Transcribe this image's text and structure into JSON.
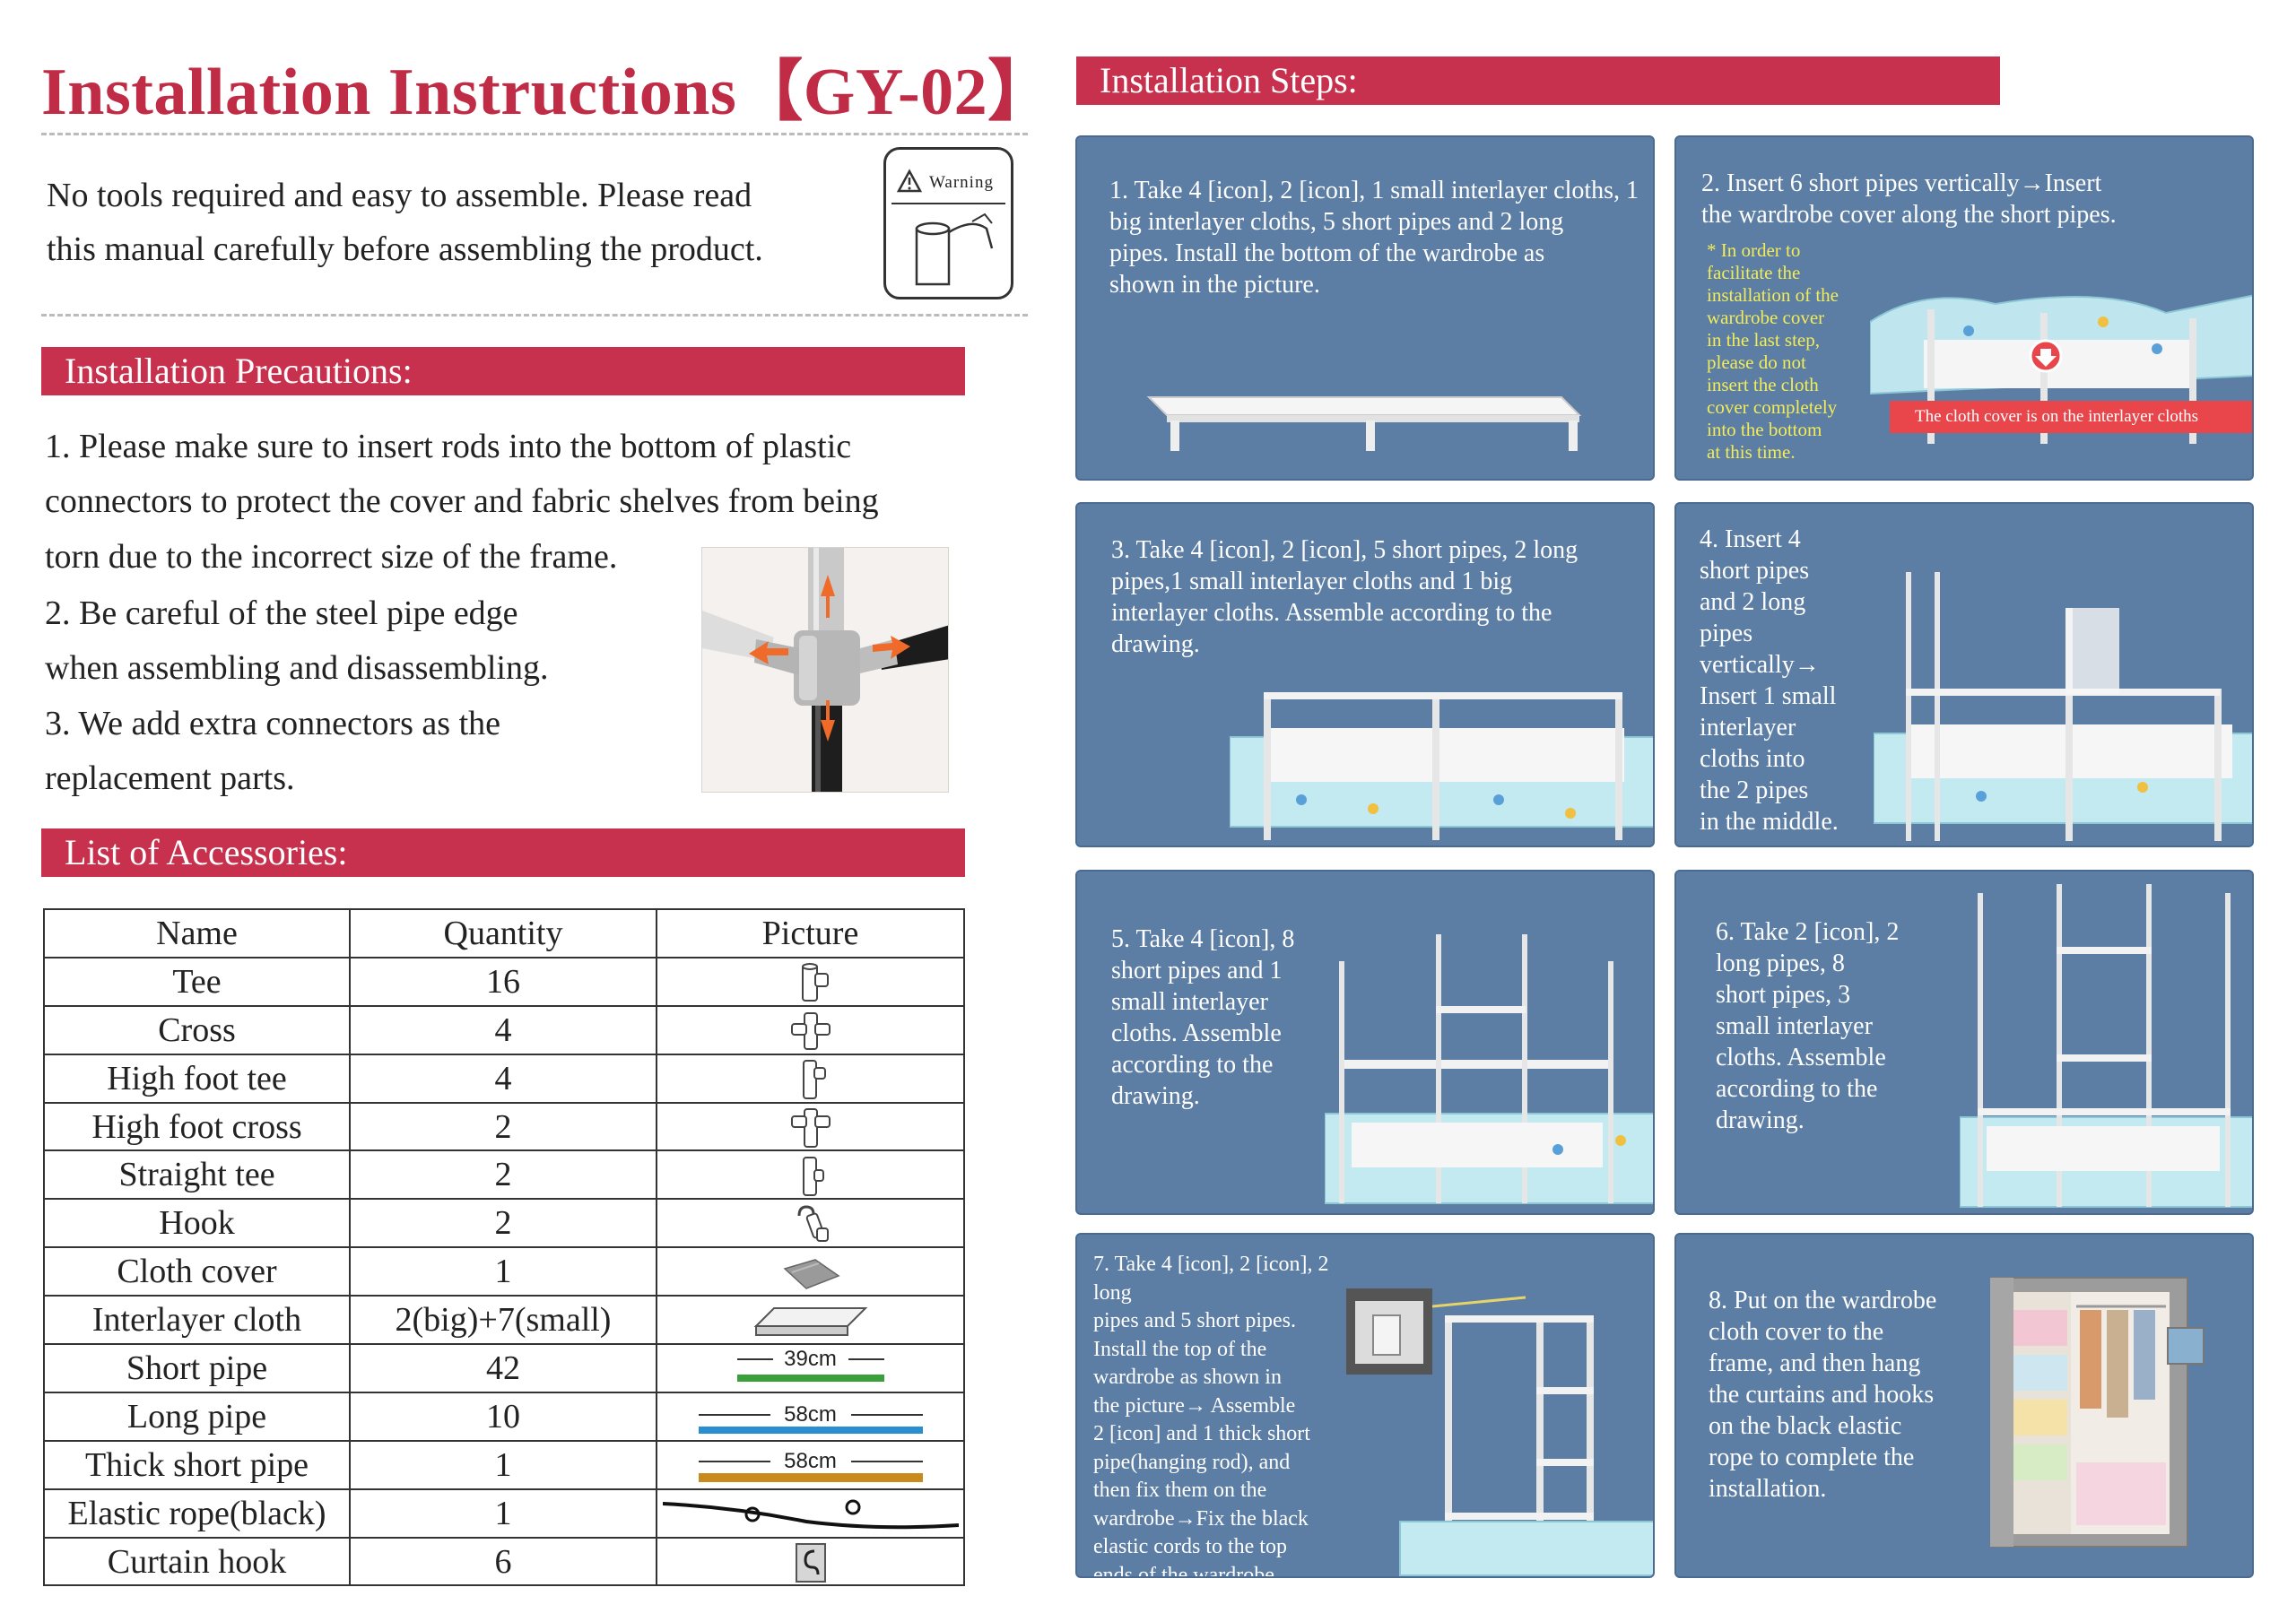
{
  "title": "Installation Instructions【GY-02】",
  "intro": {
    "line1": "No tools required and easy to assemble. Please read",
    "line2": "this manual carefully before assembling the product."
  },
  "warning_label": "Warning",
  "precautions": {
    "heading": "Installation Precautions:",
    "lines": [
      "1. Please make sure to insert rods into the bottom of plastic",
      "connectors to protect the cover and fabric shelves from being",
      "torn due to the incorrect size of the frame.",
      "2. Be careful of the steel pipe edge",
      "when assembling and disassembling.",
      "3. We add extra connectors as the",
      "replacement parts."
    ]
  },
  "accessories": {
    "heading": "List of Accessories:",
    "columns": [
      "Name",
      "Quantity",
      "Picture"
    ],
    "rows": [
      {
        "name": "Tee",
        "qty": "16",
        "icon": "tee-connector-icon"
      },
      {
        "name": "Cross",
        "qty": "4",
        "icon": "cross-connector-icon"
      },
      {
        "name": "High foot tee",
        "qty": "4",
        "icon": "high-foot-tee-icon"
      },
      {
        "name": "High foot cross",
        "qty": "2",
        "icon": "high-foot-cross-icon"
      },
      {
        "name": "Straight tee",
        "qty": "2",
        "icon": "straight-tee-icon"
      },
      {
        "name": "Hook",
        "qty": "2",
        "icon": "hook-icon"
      },
      {
        "name": "Cloth cover",
        "qty": "1",
        "icon": "cloth-cover-icon"
      },
      {
        "name": "Interlayer cloth",
        "qty": "2(big)+7(small)",
        "icon": "interlayer-cloth-icon"
      },
      {
        "name": "Short pipe",
        "qty": "42",
        "icon": "short-pipe-icon",
        "length": "39cm",
        "color": "#3aa13a"
      },
      {
        "name": "Long pipe",
        "qty": "10",
        "icon": "long-pipe-icon",
        "length": "58cm",
        "color": "#2a8fd0"
      },
      {
        "name": "Thick short pipe",
        "qty": "1",
        "icon": "thick-short-pipe-icon",
        "length": "58cm",
        "color": "#c98a1e"
      },
      {
        "name": "Elastic rope(black)",
        "qty": "1",
        "icon": "elastic-rope-icon"
      },
      {
        "name": "Curtain hook",
        "qty": "6",
        "icon": "curtain-hook-icon"
      }
    ]
  },
  "steps": {
    "heading": "Installation Steps:",
    "items": [
      {
        "lines": [
          "1. Take 4 [icon], 2 [icon], 1 small interlayer cloths, 1",
          "big interlayer cloths, 5 short pipes and 2 long",
          "pipes. Install the bottom of the wardrobe as",
          "shown in the picture."
        ]
      },
      {
        "lines": [
          "2. Insert 6 short pipes vertically→Insert",
          "the wardrobe cover along the short pipes."
        ],
        "note": [
          "* In order to",
          "facilitate the",
          "installation of the",
          "wardrobe cover",
          "in the last step,",
          "please do not",
          "insert the cloth",
          "cover completely",
          "into the bottom",
          "at this time."
        ],
        "callout": "The cloth cover is on the interlayer cloths"
      },
      {
        "lines": [
          "3. Take 4 [icon], 2 [icon], 5 short pipes, 2 long",
          "pipes,1 small interlayer cloths and 1 big",
          "interlayer cloths. Assemble according to the",
          "drawing."
        ]
      },
      {
        "lines": [
          "4. Insert 4",
          "short pipes",
          "and 2 long",
          "pipes",
          "vertically→",
          "Insert 1 small",
          "interlayer",
          "cloths into",
          "the 2 pipes",
          "in the middle."
        ]
      },
      {
        "lines": [
          "5. Take 4 [icon], 8",
          "short pipes and 1",
          "small interlayer",
          "cloths. Assemble",
          "according to the",
          "drawing."
        ]
      },
      {
        "lines": [
          "6. Take 2 [icon], 2",
          "long pipes,  8",
          "short pipes, 3",
          "small interlayer",
          "cloths.  Assemble",
          "according to the",
          "drawing."
        ]
      },
      {
        "lines": [
          "7. Take 4 [icon], 2 [icon], 2 long",
          "pipes and  5 short pipes.",
          "Install the top of the",
          "wardrobe as shown in",
          "the picture→ Assemble",
          "2 [icon] and 1 thick short",
          "pipe(hanging rod), and",
          "then fix them on the",
          "wardrobe→Fix the black",
          "elastic cords to the top",
          "ends of the wardrobe."
        ]
      },
      {
        "lines": [
          "8. Put on the wardrobe",
          "cloth cover to the",
          "frame, and then hang",
          "the curtains and hooks",
          "on the black elastic",
          "rope to complete the",
          "installation."
        ]
      }
    ]
  },
  "colors": {
    "accent_red": "#c7314d",
    "title_red": "#c02b45",
    "panel_blue": "#5c7da4",
    "note_yellow": "#f2ec59"
  }
}
